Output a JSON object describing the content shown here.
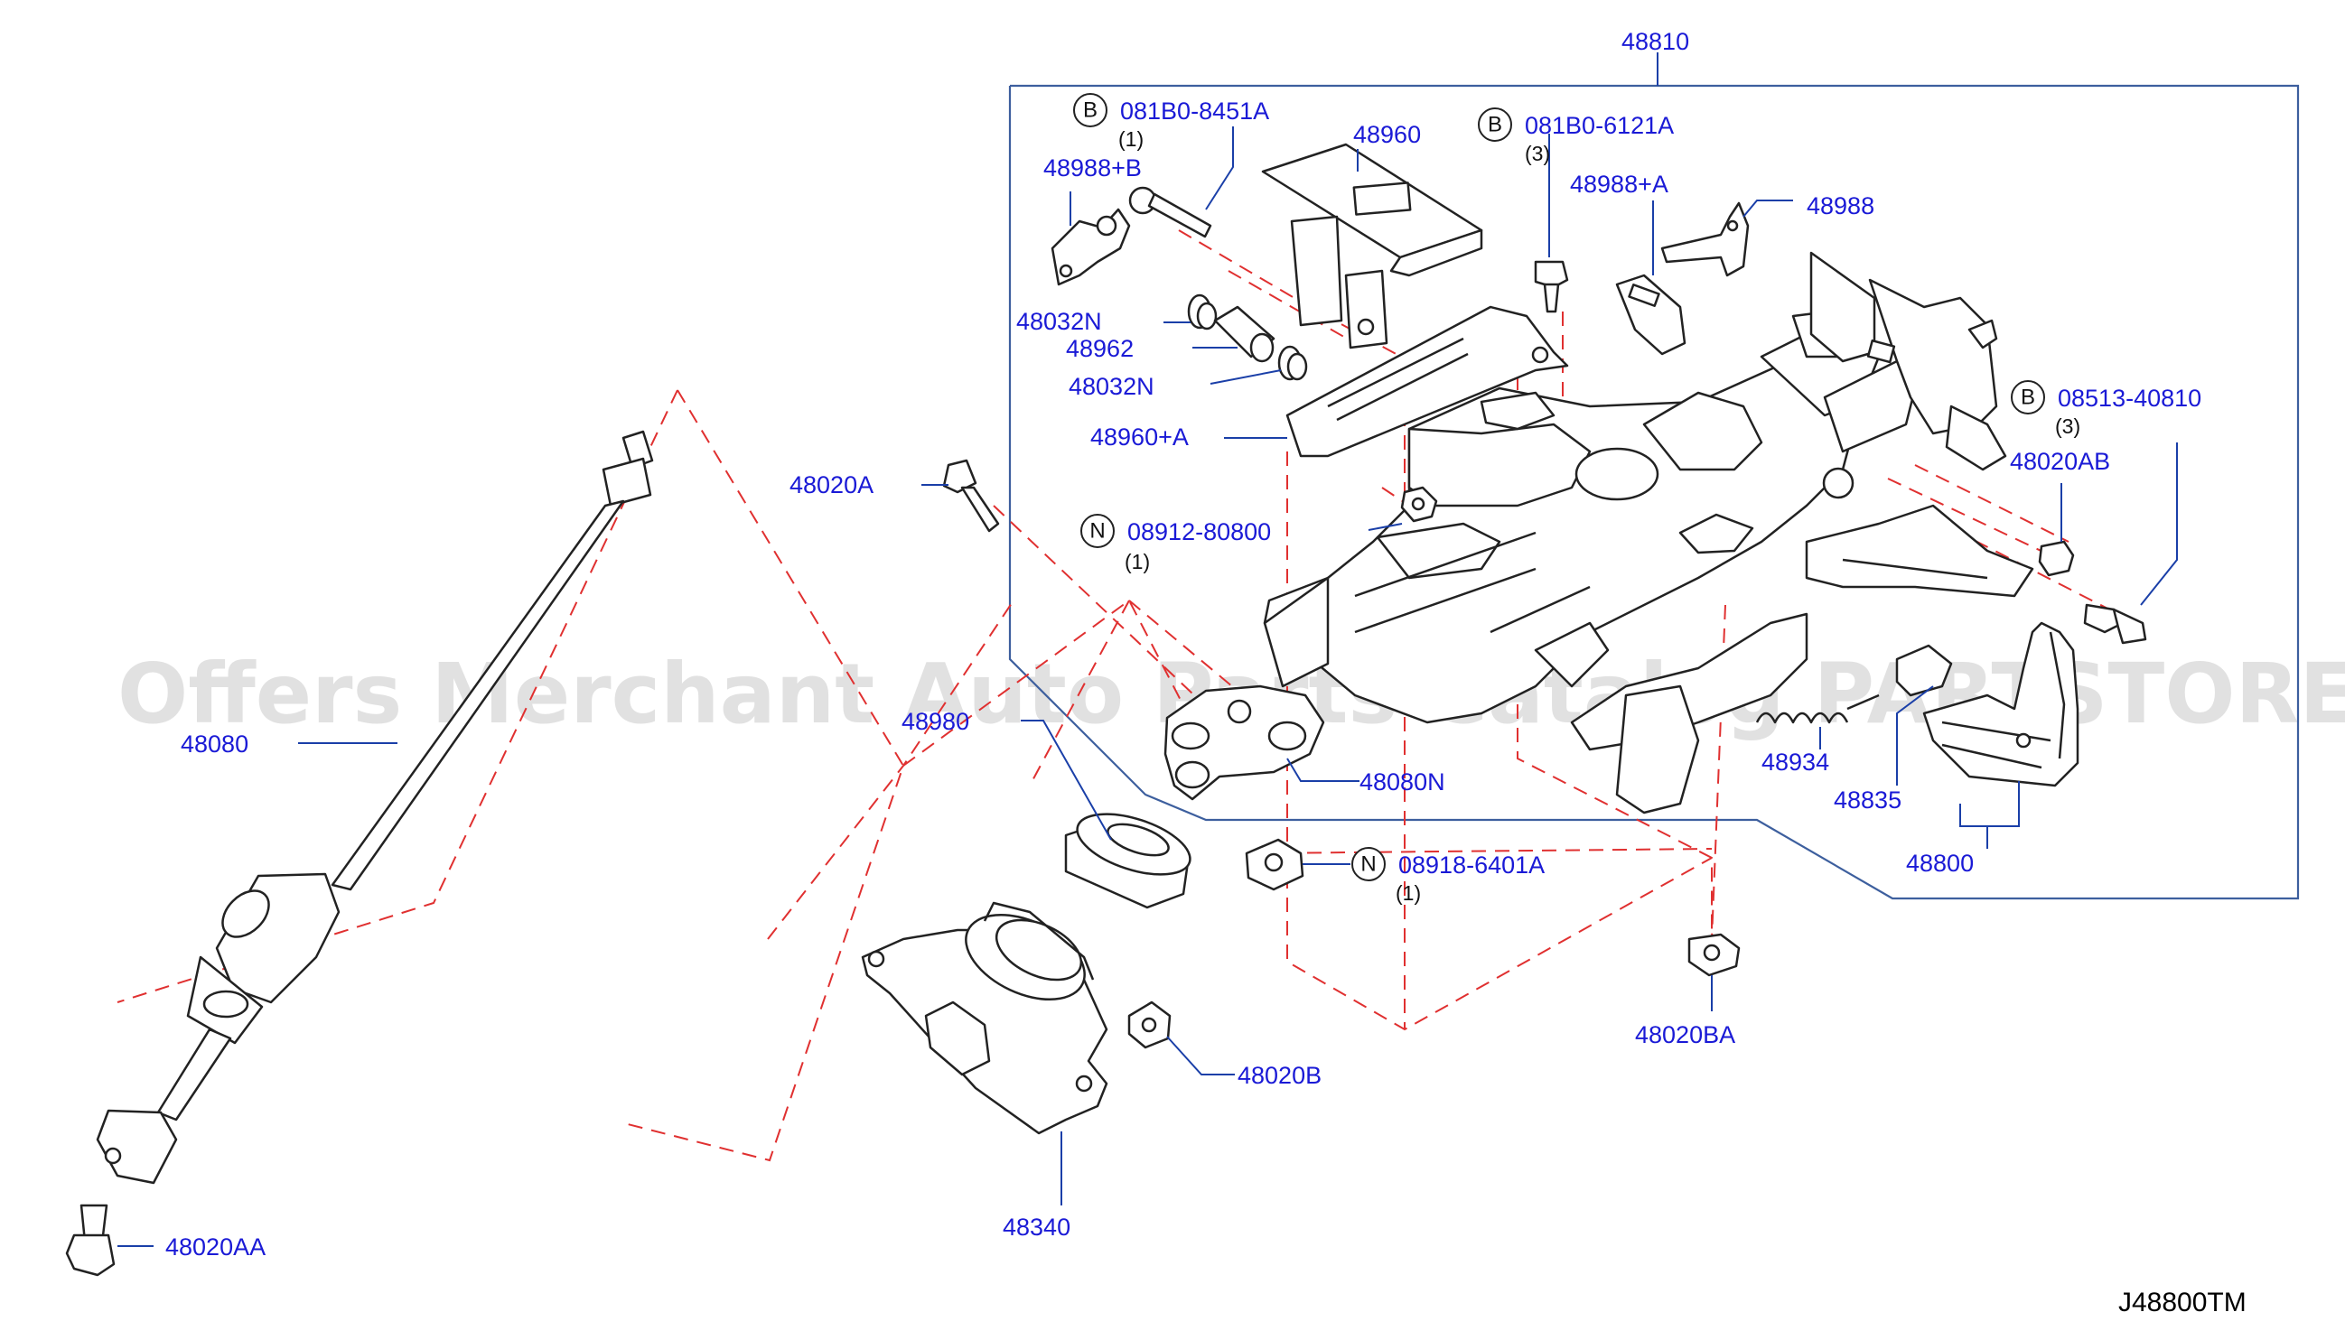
{
  "watermark": "Offers Merchant Auto Parts Catalog PARTSTORE.SA",
  "diagram_code": "J48800TM",
  "colors": {
    "label": "#1a1ad6",
    "leader": "#1a3fa8",
    "phantom": "#e03030",
    "frame": "#3d5f9e",
    "part_outline": "#222222"
  },
  "labels": {
    "p48810": "48810",
    "p48960": "48960",
    "p48988b": "48988+B",
    "p48988a": "48988+A",
    "p48988": "48988",
    "p48032n_top": "48032N",
    "p48962": "48962",
    "p48032n_bottom": "48032N",
    "p48960a": "48960+A",
    "p48020a": "48020A",
    "p48020ab": "48020AB",
    "p48080": "48080",
    "p48980": "48980",
    "p48080n": "48080N",
    "p48934": "48934",
    "p48835": "48835",
    "p48800": "48800",
    "p48020ba": "48020BA",
    "p48020b": "48020B",
    "p48340": "48340",
    "p48020aa": "48020AA"
  },
  "fasteners": {
    "f1": {
      "symbol": "B",
      "code": "081B0-8451A",
      "qty": "(1)"
    },
    "f2": {
      "symbol": "B",
      "code": "081B0-6121A",
      "qty": "(3)"
    },
    "f3": {
      "symbol": "B",
      "code": "08513-40810",
      "qty": "(3)"
    },
    "f4": {
      "symbol": "N",
      "code": "08912-80800",
      "qty": "(1)"
    },
    "f5": {
      "symbol": "N",
      "code": "08918-6401A",
      "qty": "(1)"
    }
  }
}
